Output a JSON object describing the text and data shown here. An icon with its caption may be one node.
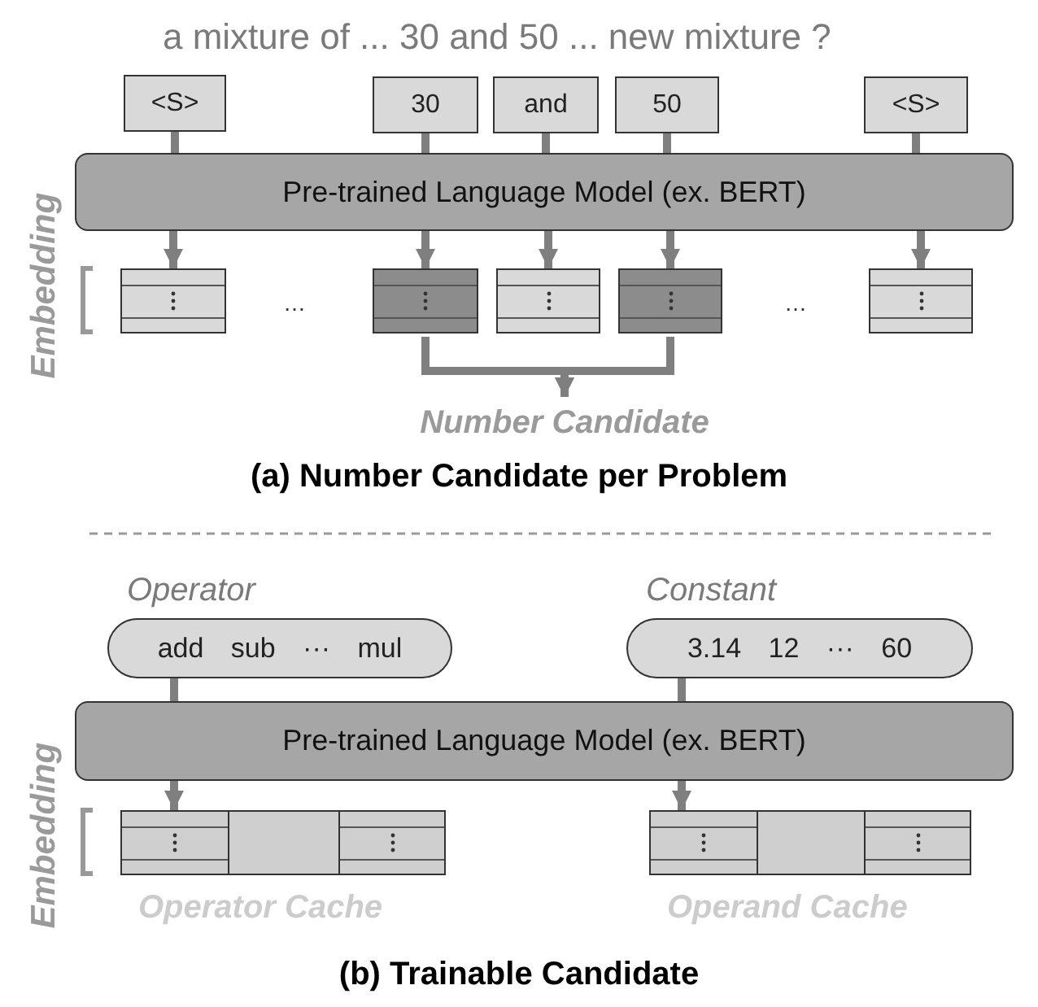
{
  "diagram": {
    "nodes": [
      {
        "text": [
          "<S>"
        ]
      },
      {
        "text": [
          "30"
        ]
      },
      {
        "text": [
          "and"
        ]
      },
      {
        "text": [
          "50"
        ]
      },
      {
        "text": [
          "<S>"
        ]
      },
      {
        "text": [
          "Pre-trained Language Model (ex. BERT)"
        ]
      },
      {
        "text": [],
        "shape": "box"
      },
      {
        "text": [],
        "shape": "box"
      },
      {
        "text": [],
        "shape": "box"
      },
      {
        "text": [],
        "shape": "box"
      },
      {
        "text": [],
        "shape": "box"
      },
      {
        "text": [
          "Number Candidate"
        ]
      },
      {
        "text": [
          "Operator",
          "add sub ··· mul"
        ]
      },
      {
        "text": [
          "Constant",
          "3.14 12 ··· 60"
        ]
      },
      {
        "text": [
          "Pre-trained Language Model (ex. BERT)"
        ]
      },
      {
        "text": [],
        "shape": "box",
        "beside": [
          "Operator Cache"
        ]
      },
      {
        "text": [],
        "shape": "box",
        "beside": [
          "Operand Cache"
        ]
      }
    ],
    "edges": [
      {
        "from": 0,
        "to": 5,
        "arrow": "none"
      },
      {
        "from": 1,
        "to": 5,
        "arrow": "none"
      },
      {
        "from": 2,
        "to": 5,
        "arrow": "none"
      },
      {
        "from": 3,
        "to": 5,
        "arrow": "none"
      },
      {
        "from": 4,
        "to": 5,
        "arrow": "none"
      },
      {
        "from": 5,
        "to": 6,
        "arrow": "to"
      },
      {
        "from": 5,
        "to": 7,
        "arrow": "to"
      },
      {
        "from": 5,
        "to": 8,
        "arrow": "to"
      },
      {
        "from": 5,
        "to": 9,
        "arrow": "to"
      },
      {
        "from": 5,
        "to": 10,
        "arrow": "to"
      },
      {
        "from": 7,
        "to": 11,
        "arrow": "to"
      },
      {
        "from": 9,
        "to": 11,
        "arrow": "to"
      },
      {
        "from": 12,
        "to": 14,
        "arrow": "none"
      },
      {
        "from": 14,
        "to": 15,
        "arrow": "to"
      },
      {
        "from": 13,
        "to": 14,
        "arrow": "none"
      },
      {
        "from": 14,
        "to": 16,
        "arrow": "to"
      }
    ],
    "labels": [
      "a mixture of ... 30 and 50 ... new mixture ?",
      "Embedding",
      "…",
      "…",
      "(a) Number Candidate per Problem",
      "Embedding",
      "(b) Trainable Candidate"
    ]
  }
}
